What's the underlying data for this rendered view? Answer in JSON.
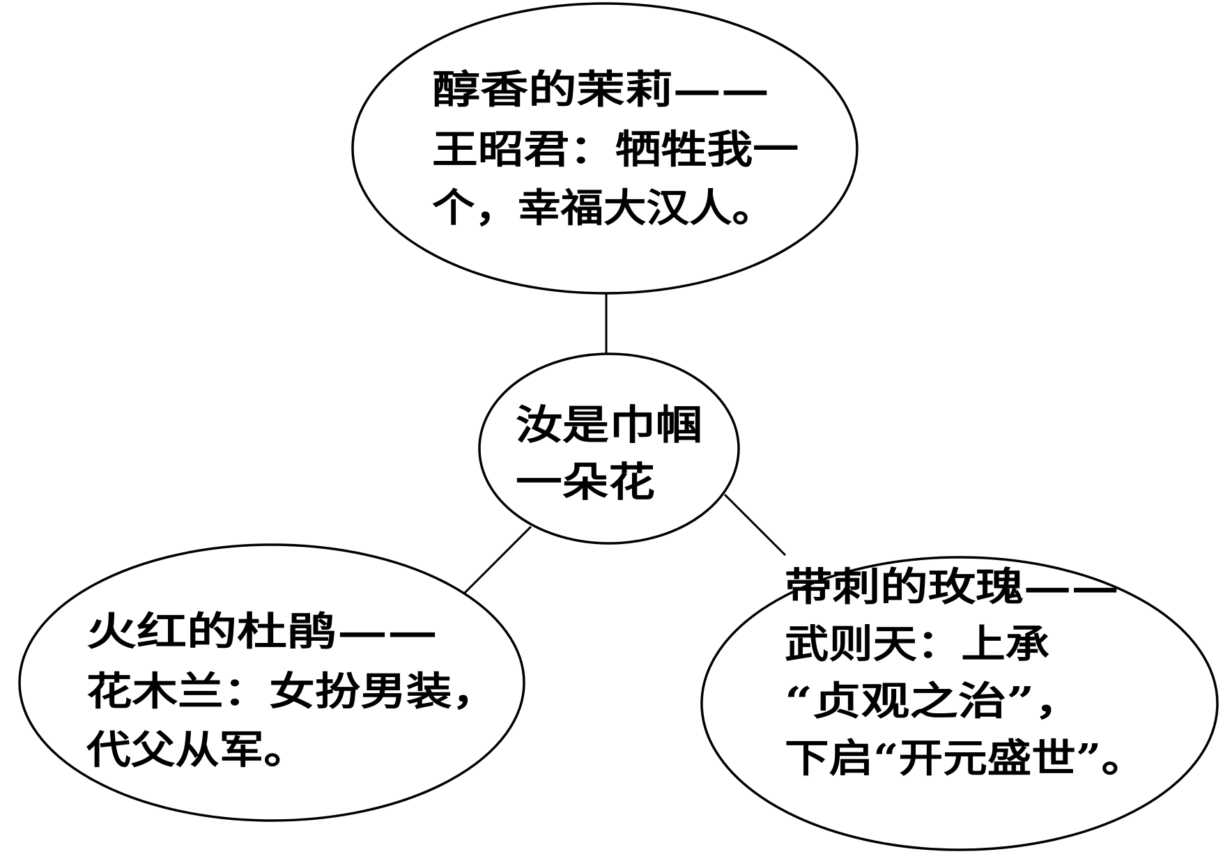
{
  "center": {
    "lines": [
      "汝是巾帼",
      "一朵花"
    ]
  },
  "nodes": {
    "top": {
      "lines": [
        "醇香的茉莉——",
        "王昭君：牺牲我一",
        "个，幸福大汉人。"
      ]
    },
    "left": {
      "lines": [
        "火红的杜鹃——",
        "花木兰：女扮男装，",
        "代父从军。"
      ]
    },
    "right": {
      "lines": [
        "带刺的玫瑰——",
        "武则天：上承",
        "“贞观之治”，",
        "下启“开元盛世”。"
      ]
    }
  }
}
